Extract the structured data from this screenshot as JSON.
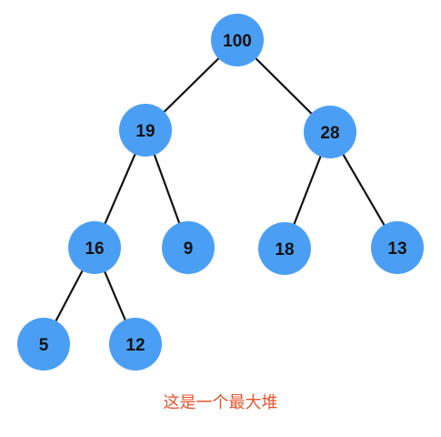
{
  "diagram": {
    "type": "binary-tree",
    "nodes": [
      {
        "id": "n100",
        "label": "100"
      },
      {
        "id": "n19",
        "label": "19"
      },
      {
        "id": "n28",
        "label": "28"
      },
      {
        "id": "n16",
        "label": "16"
      },
      {
        "id": "n9",
        "label": "9"
      },
      {
        "id": "n18",
        "label": "18"
      },
      {
        "id": "n13",
        "label": "13"
      },
      {
        "id": "n5",
        "label": "5"
      },
      {
        "id": "n12",
        "label": "12"
      }
    ],
    "edges": [
      {
        "from": "n100",
        "to": "n19"
      },
      {
        "from": "n100",
        "to": "n28"
      },
      {
        "from": "n19",
        "to": "n16"
      },
      {
        "from": "n19",
        "to": "n9"
      },
      {
        "from": "n28",
        "to": "n18"
      },
      {
        "from": "n28",
        "to": "n13"
      },
      {
        "from": "n16",
        "to": "n5"
      },
      {
        "from": "n16",
        "to": "n12"
      }
    ],
    "caption": "这是一个最大堆",
    "colors": {
      "node_fill": "#4a9ff5",
      "edge": "#111111",
      "label": "#111111",
      "caption": "#e8542c"
    }
  }
}
